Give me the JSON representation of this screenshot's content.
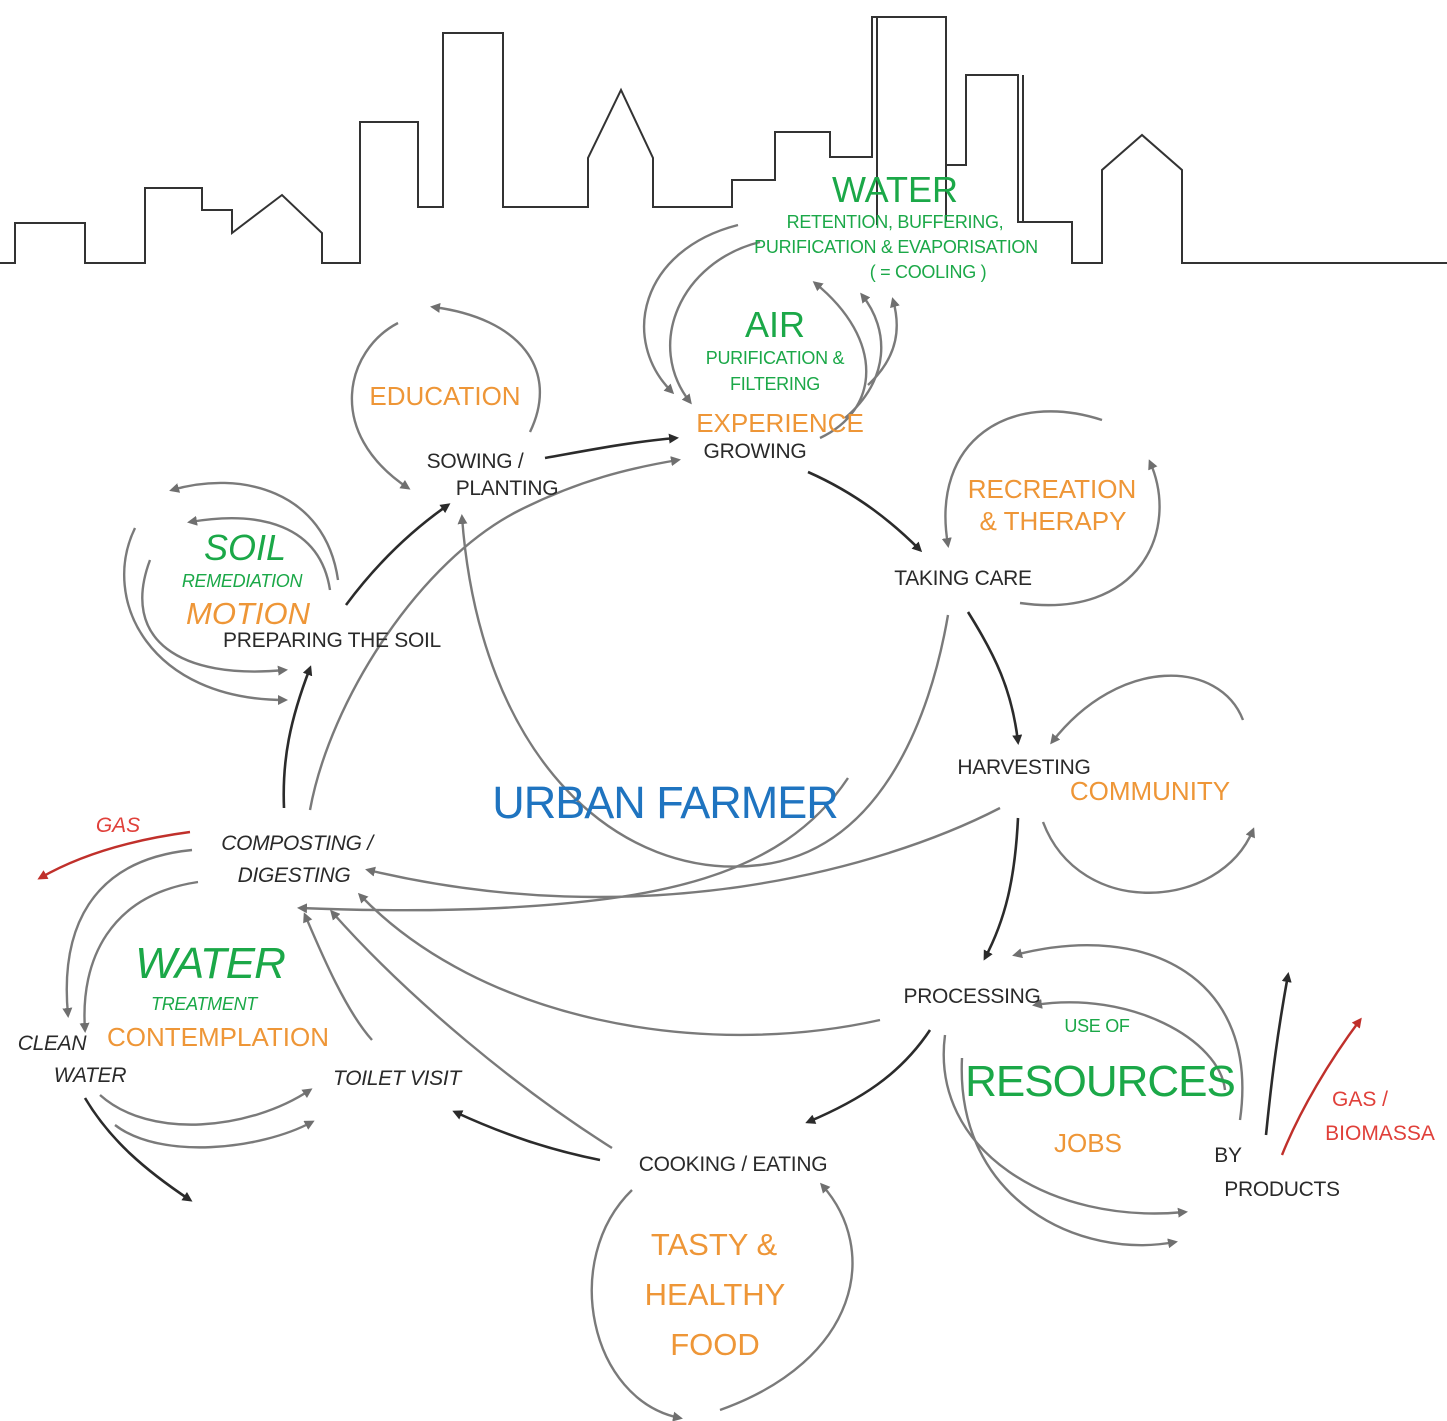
{
  "center": {
    "title": "URBAN FARMER"
  },
  "process_steps": {
    "sowing": [
      "SOWING /",
      "PLANTING"
    ],
    "growing": "GROWING",
    "taking_care": "TAKING CARE",
    "harvesting": "HARVESTING",
    "processing": "PROCESSING",
    "cooking": "COOKING / EATING",
    "toilet": "TOILET VISIT",
    "composting": [
      "COMPOSTING /",
      "DIGESTING"
    ],
    "preparing": "PREPARING THE SOIL",
    "clean_water": [
      "CLEAN",
      "WATER"
    ],
    "by_products": [
      "BY",
      "PRODUCTS"
    ]
  },
  "ecosystem_services": {
    "water_top": {
      "title": "WATER",
      "lines": [
        "RETENTION, BUFFERING,",
        "PURIFICATION & EVAPORISATION",
        "( = COOLING )"
      ]
    },
    "air": {
      "title": "AIR",
      "lines": [
        "PURIFICATION &",
        "FILTERING"
      ]
    },
    "soil": {
      "title": "SOIL",
      "sub": "REMEDIATION"
    },
    "water_treatment": {
      "title": "WATER",
      "sub": "TREATMENT"
    },
    "resources": {
      "pre": "USE OF",
      "title": "RESOURCES"
    }
  },
  "social_benefits": {
    "education": "EDUCATION",
    "experience": "EXPERIENCE",
    "recreation": [
      "RECREATION",
      "& THERAPY"
    ],
    "community": "COMMUNITY",
    "motion": "MOTION",
    "contemplation": "CONTEMPLATION",
    "jobs": "JOBS",
    "food": [
      "TASTY &",
      "HEALTHY",
      "FOOD"
    ]
  },
  "emissions": {
    "gas_left": "GAS",
    "gas_right": [
      "GAS /",
      "BIOMASSA"
    ]
  },
  "colors": {
    "ecosystem": "#1ba848",
    "social": "#ee9637",
    "center": "#1f74c0",
    "emission": "#e0403a",
    "loop_arrow": "#7a7a7a",
    "flow_arrow": "#2b2b2b",
    "skyline": "#333333"
  }
}
